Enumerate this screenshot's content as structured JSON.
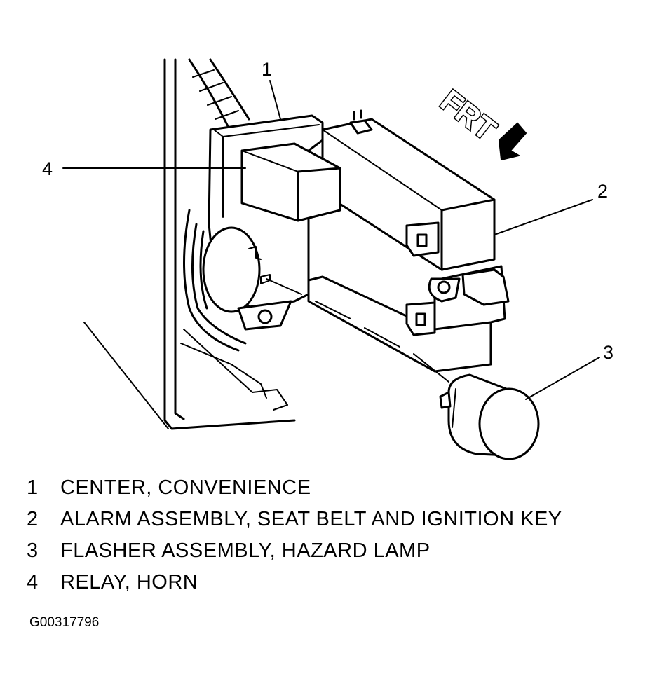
{
  "callouts": [
    {
      "num": "1",
      "text": "CENTER, CONVENIENCE"
    },
    {
      "num": "2",
      "text": "ALARM ASSEMBLY, SEAT BELT AND IGNITION KEY"
    },
    {
      "num": "3",
      "text": "FLASHER ASSEMBLY, HAZARD LAMP"
    },
    {
      "num": "4",
      "text": "RELAY, HORN"
    }
  ],
  "direction_label": "FRT",
  "figure_code": "G00317796"
}
